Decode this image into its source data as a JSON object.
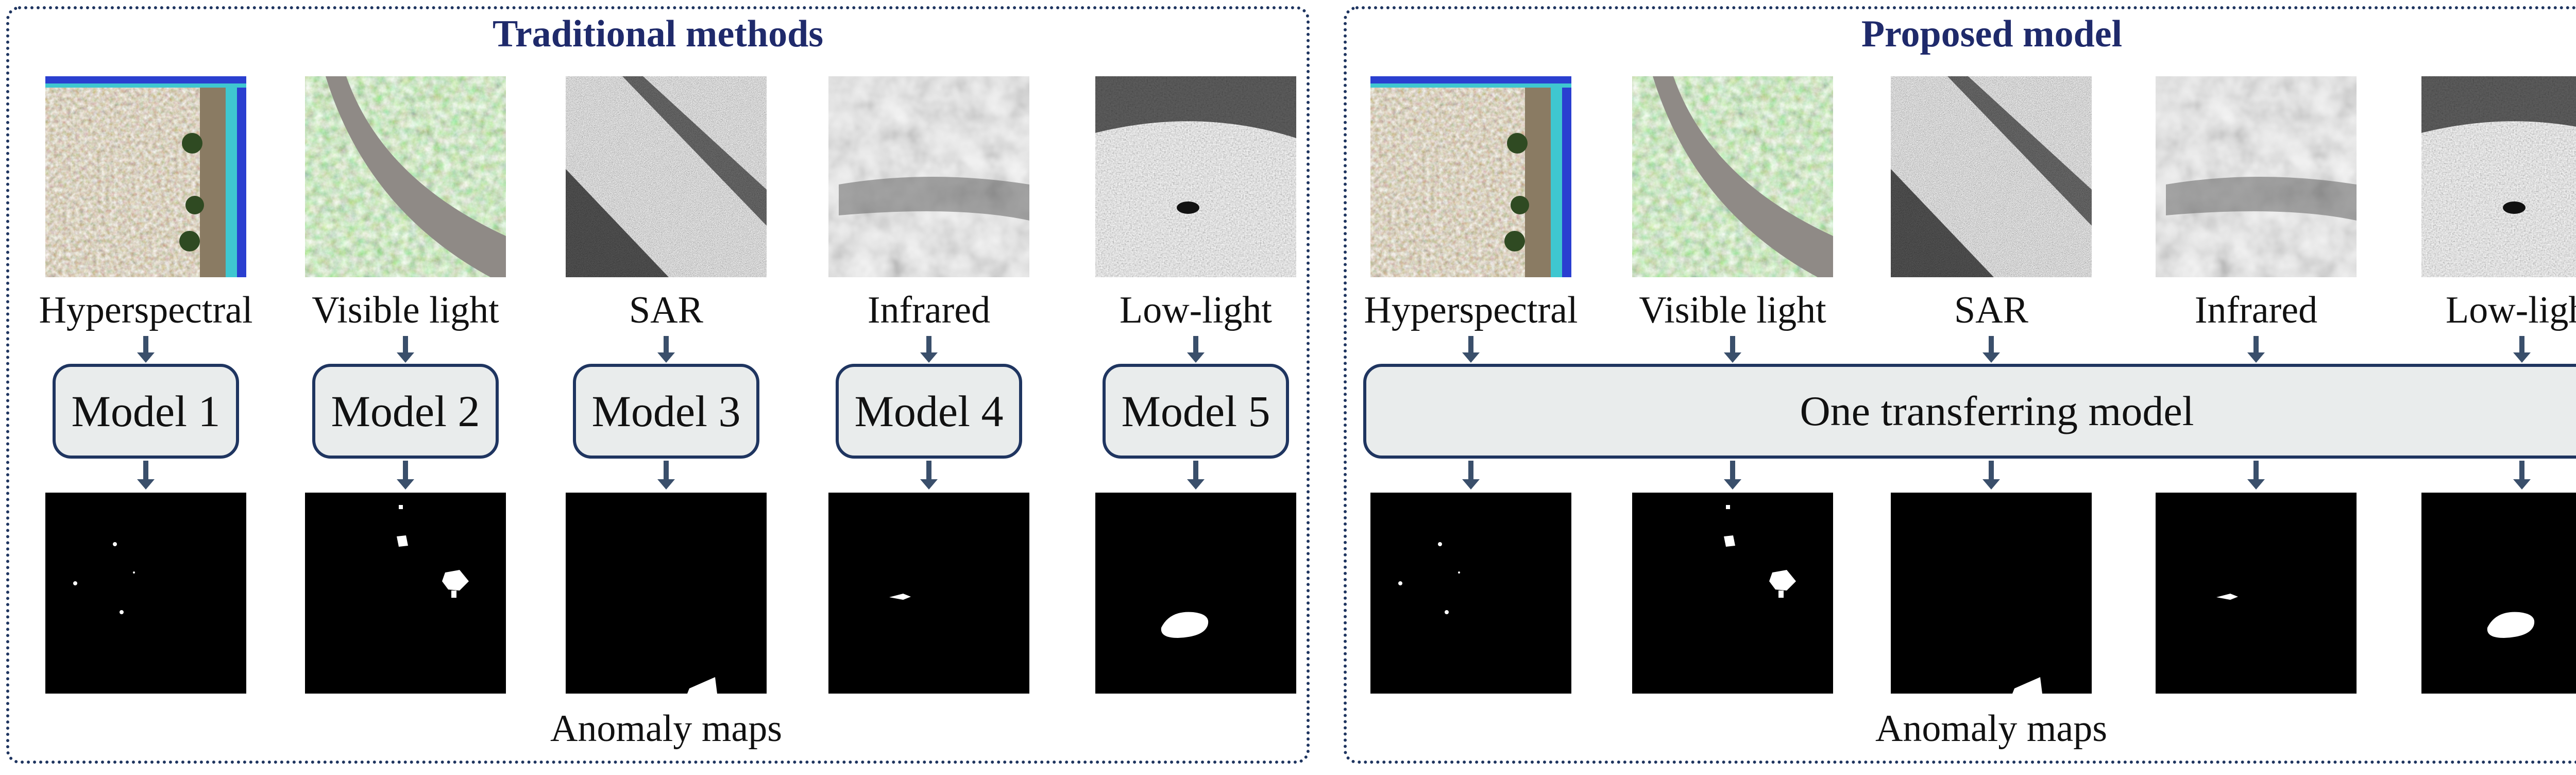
{
  "left": {
    "title": "Traditional methods",
    "labels": [
      "Hyperspectral",
      "Visible light",
      "SAR",
      "Infrared",
      "Low-light"
    ],
    "models": [
      "Model 1",
      "Model 2",
      "Model 3",
      "Model 4",
      "Model 5"
    ],
    "caption": "Anomaly maps"
  },
  "right": {
    "title": "Proposed model",
    "labels": [
      "Hyperspectral",
      "Visible light",
      "SAR",
      "Infrared",
      "Low-light"
    ],
    "model": "One transferring model",
    "caption": "Anomaly maps"
  },
  "colors": {
    "border": "#1f3560",
    "title": "#1f2a6b",
    "box_fill": "#e9ecec",
    "arrow": "#3a4f6b"
  }
}
